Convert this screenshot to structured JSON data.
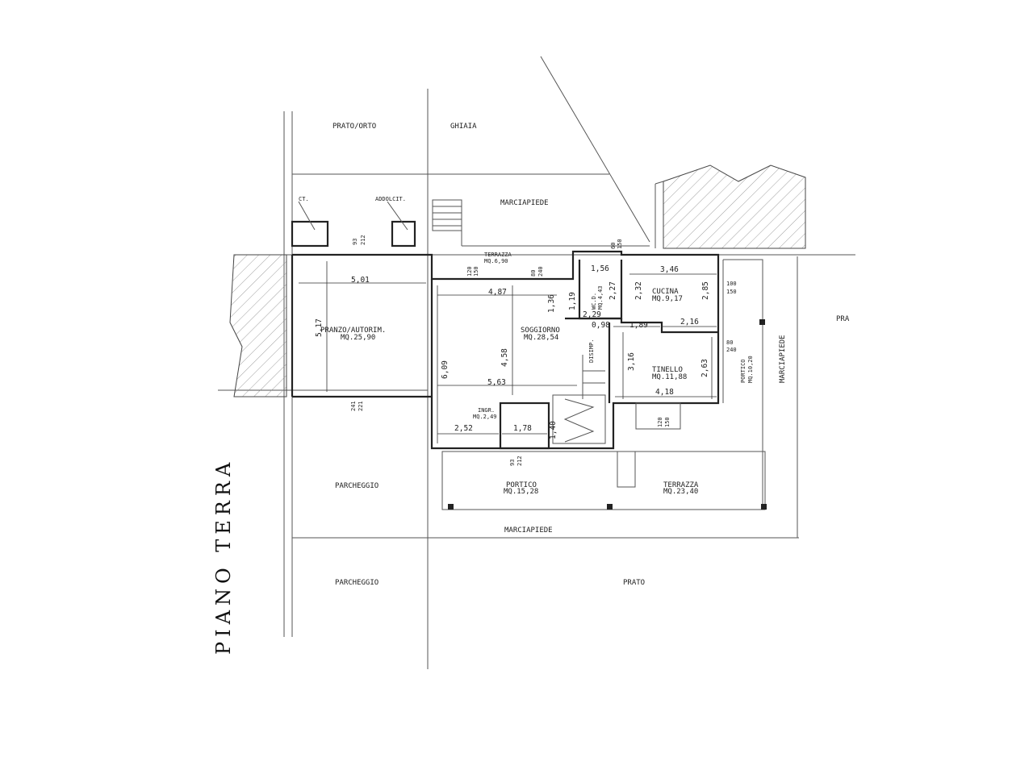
{
  "title": "PIANO TERRA",
  "outside": {
    "prato_orto": "PRATO/ORTO",
    "ghiaia": "GHIAIA",
    "marciapiede_top": "MARCIAPIEDE",
    "marciapiede_right": "MARCIAPIEDE",
    "marciapiede_bottom": "MARCIAPIEDE",
    "parcheggio_1": "PARCHEGGIO",
    "parcheggio_2": "PARCHEGGIO",
    "prato": "PRATO",
    "pra": "PRA"
  },
  "rooms": {
    "ct": {
      "name": "CT."
    },
    "addolcit": {
      "name": "ADDOLCIT."
    },
    "terrazza_top": {
      "name": "TERRAZZA",
      "area": "MQ.6,90"
    },
    "pranzo": {
      "name": "PRANZO/AUTORIM.",
      "area": "MQ.25,90"
    },
    "soggiorno": {
      "name": "SOGGIORNO",
      "area": "MQ.28,54"
    },
    "wc": {
      "name": "WC.D.",
      "area": "MQ.4,43"
    },
    "cucina": {
      "name": "CUCINA",
      "area": "MQ.9,17"
    },
    "tinello": {
      "name": "TINELLO",
      "area": "MQ.11,88"
    },
    "portico_right": {
      "name": "PORTICO",
      "area": "MQ.10,20"
    },
    "disimp": {
      "name": "DISIMP."
    },
    "ingr": {
      "name": "INGR.",
      "area": "MQ.2,49"
    },
    "portico_bottom": {
      "name": "PORTICO",
      "area": "MQ.15,28"
    },
    "terrazza_bottom": {
      "name": "TERRAZZA",
      "area": "MQ.23,40"
    }
  },
  "dimensions": {
    "d501": "5,01",
    "d517": "5,17",
    "d487": "4,87",
    "d458": "4,58",
    "d609": "6,09",
    "d563": "5,63",
    "d252": "2,52",
    "d178": "1,78",
    "d140": "1,40",
    "d136": "1,36",
    "d119": "1,19",
    "d156": "1,56",
    "d227": "2,27",
    "d229": "2,29",
    "d098": "0,98",
    "d346": "3,46",
    "d232": "2,32",
    "d285": "2,85",
    "d189": "1,89",
    "d216": "2,16",
    "d316": "3,16",
    "d263": "2,63",
    "d418": "4,18"
  },
  "openings": {
    "o93a": "93",
    "o212a": "212",
    "o120a": "120",
    "o150a": "150",
    "o80a": "80",
    "o240a": "240",
    "o60": "60",
    "o150b": "150",
    "o100": "100",
    "o150c": "150",
    "o80b": "80",
    "o240b": "240",
    "o241": "241",
    "o221": "221",
    "o93b": "93",
    "o212b": "212",
    "o120b": "120",
    "o150d": "150"
  }
}
